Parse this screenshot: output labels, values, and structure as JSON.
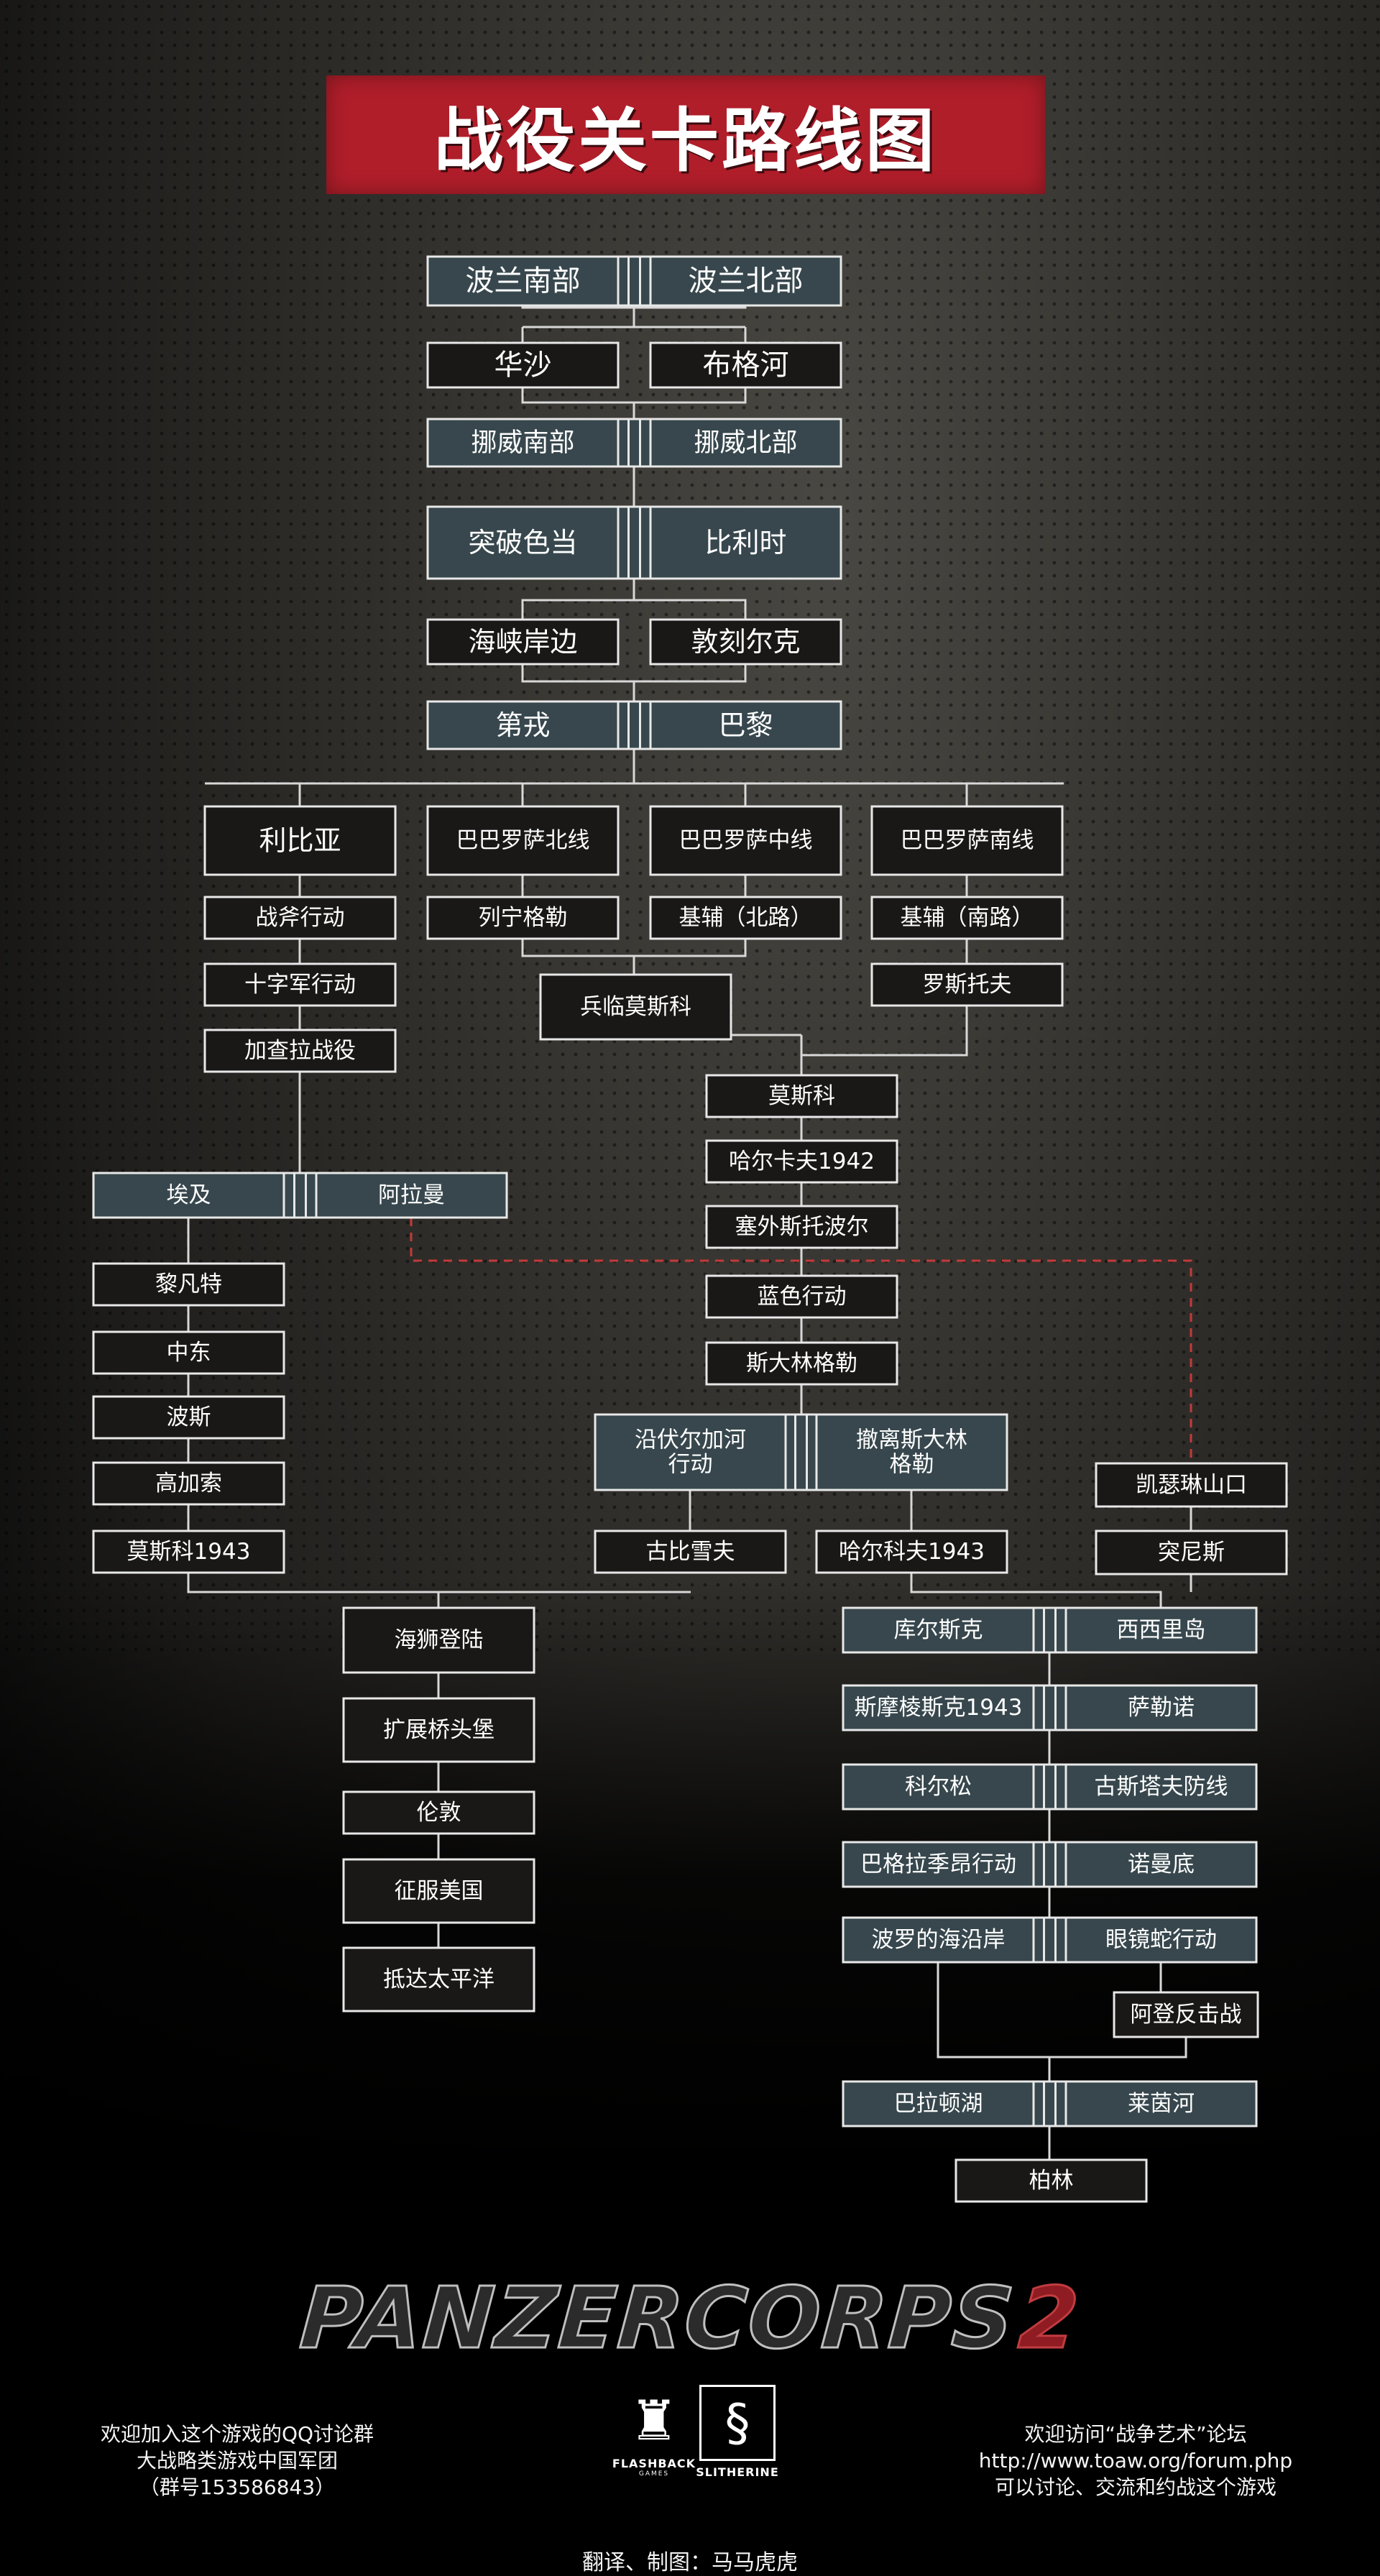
{
  "title": "战役关卡路线图",
  "nodes": [
    {
      "id": "n-polsouth",
      "text": "波兰南部",
      "style": "teal"
    },
    {
      "id": "n-polnorth",
      "text": "波兰北部",
      "style": "teal"
    },
    {
      "id": "n-warsaw",
      "text": "华沙",
      "style": "dark"
    },
    {
      "id": "n-bug",
      "text": "布格河",
      "style": "dark"
    },
    {
      "id": "n-norsouth",
      "text": "挪威南部",
      "style": "teal"
    },
    {
      "id": "n-nornorth",
      "text": "挪威北部",
      "style": "teal"
    },
    {
      "id": "n-sedan",
      "text": "突破色当",
      "style": "teal"
    },
    {
      "id": "n-belgium",
      "text": "比利时",
      "style": "teal"
    },
    {
      "id": "n-channel",
      "text": "海峡岸边",
      "style": "dark"
    },
    {
      "id": "n-dunkirk",
      "text": "敦刻尔克",
      "style": "dark"
    },
    {
      "id": "n-dijon",
      "text": "第戎",
      "style": "teal"
    },
    {
      "id": "n-paris",
      "text": "巴黎",
      "style": "teal"
    },
    {
      "id": "n-libya",
      "text": "利比亚",
      "style": "dark"
    },
    {
      "id": "n-bbnorth",
      "text": "巴巴罗萨北线",
      "style": "dark"
    },
    {
      "id": "n-bbcenter",
      "text": "巴巴罗萨中线",
      "style": "dark"
    },
    {
      "id": "n-bbsouth",
      "text": "巴巴罗萨南线",
      "style": "dark"
    },
    {
      "id": "n-battleaxe",
      "text": "战斧行动",
      "style": "dark"
    },
    {
      "id": "n-leningrad",
      "text": "列宁格勒",
      "style": "dark"
    },
    {
      "id": "n-kievn",
      "text": "基辅（北路）",
      "style": "dark"
    },
    {
      "id": "n-kievs",
      "text": "基辅（南路）",
      "style": "dark"
    },
    {
      "id": "n-crusader",
      "text": "十字军行动",
      "style": "dark"
    },
    {
      "id": "n-moscowapp",
      "text": "兵临莫斯科",
      "style": "dark"
    },
    {
      "id": "n-rostov",
      "text": "罗斯托夫",
      "style": "dark"
    },
    {
      "id": "n-gazala",
      "text": "加查拉战役",
      "style": "dark"
    },
    {
      "id": "n-moscow",
      "text": "莫斯科",
      "style": "dark"
    },
    {
      "id": "n-kharkov42",
      "text": "哈尔卡夫1942",
      "style": "dark"
    },
    {
      "id": "n-egypt",
      "text": "埃及",
      "style": "teal"
    },
    {
      "id": "n-alamein",
      "text": "阿拉曼",
      "style": "teal"
    },
    {
      "id": "n-sevastopol",
      "text": "塞外斯托波尔",
      "style": "dark"
    },
    {
      "id": "n-levant",
      "text": "黎凡特",
      "style": "dark"
    },
    {
      "id": "n-blue",
      "text": "蓝色行动",
      "style": "dark"
    },
    {
      "id": "n-mideast",
      "text": "中东",
      "style": "dark"
    },
    {
      "id": "n-stalingrad",
      "text": "斯大林格勒",
      "style": "dark"
    },
    {
      "id": "n-persia",
      "text": "波斯",
      "style": "dark"
    },
    {
      "id": "n-volga",
      "text": "沿伏尔加河行动",
      "style": "teal",
      "lines": [
        "沿伏尔加河",
        "行动"
      ]
    },
    {
      "id": "n-evacstal",
      "text": "撤离斯大林格勒",
      "style": "teal",
      "lines": [
        "撤离斯大林",
        "格勒"
      ]
    },
    {
      "id": "n-kasserine",
      "text": "凯瑟琳山口",
      "style": "dark"
    },
    {
      "id": "n-caucasus",
      "text": "高加索",
      "style": "dark"
    },
    {
      "id": "n-moscow43",
      "text": "莫斯科1943",
      "style": "dark"
    },
    {
      "id": "n-kuibyshev",
      "text": "古比雪夫",
      "style": "dark"
    },
    {
      "id": "n-kharkov43",
      "text": "哈尔科夫1943",
      "style": "dark"
    },
    {
      "id": "n-tunis",
      "text": "突尼斯",
      "style": "dark"
    },
    {
      "id": "n-sealion",
      "text": "海狮登陆",
      "style": "dark"
    },
    {
      "id": "n-kursk",
      "text": "库尔斯克",
      "style": "teal"
    },
    {
      "id": "n-sicily",
      "text": "西西里岛",
      "style": "teal"
    },
    {
      "id": "n-bridgehead",
      "text": "扩展桥头堡",
      "style": "dark"
    },
    {
      "id": "n-smolensk",
      "text": "斯摩棱斯克1943",
      "style": "teal"
    },
    {
      "id": "n-salerno",
      "text": "萨勒诺",
      "style": "teal"
    },
    {
      "id": "n-london",
      "text": "伦敦",
      "style": "dark"
    },
    {
      "id": "n-korsun",
      "text": "科尔松",
      "style": "teal"
    },
    {
      "id": "n-gustav",
      "text": "古斯塔夫防线",
      "style": "teal"
    },
    {
      "id": "n-conquerus",
      "text": "征服美国",
      "style": "dark"
    },
    {
      "id": "n-bagration",
      "text": "巴格拉季昂行动",
      "style": "teal"
    },
    {
      "id": "n-normandy",
      "text": "诺曼底",
      "style": "teal"
    },
    {
      "id": "n-baltic",
      "text": "波罗的海沿岸",
      "style": "teal"
    },
    {
      "id": "n-cobra",
      "text": "眼镜蛇行动",
      "style": "teal"
    },
    {
      "id": "n-pacific",
      "text": "抵达太平洋",
      "style": "dark"
    },
    {
      "id": "n-ardennes",
      "text": "阿登反击战",
      "style": "dark"
    },
    {
      "id": "n-balaton",
      "text": "巴拉顿湖",
      "style": "teal"
    },
    {
      "id": "n-rhine",
      "text": "莱茵河",
      "style": "teal"
    },
    {
      "id": "n-berlin",
      "text": "柏林",
      "style": "dark"
    }
  ],
  "logo": {
    "text": "PANZERCORPS",
    "number": "2"
  },
  "publishers": [
    {
      "name": "FLASHBACK",
      "sub": "GAMES"
    },
    {
      "name": "SLITHERINE",
      "sub": ""
    }
  ],
  "footer_left": [
    "欢迎加入这个游戏的QQ讨论群",
    "大战略类游戏中国军团",
    "（群号153586843）"
  ],
  "footer_right": [
    "欢迎访问“战争艺术”论坛",
    "http://www.toaw.org/forum.php",
    "可以讨论、交流和约战这个游戏"
  ],
  "credit": "翻译、制图：马马虎虎",
  "colors": {
    "teal": "#37474d",
    "dark": "#1a1817",
    "border": "#e8e8e8",
    "banner": "#b01e2a",
    "dashed": "#c23a3a"
  }
}
